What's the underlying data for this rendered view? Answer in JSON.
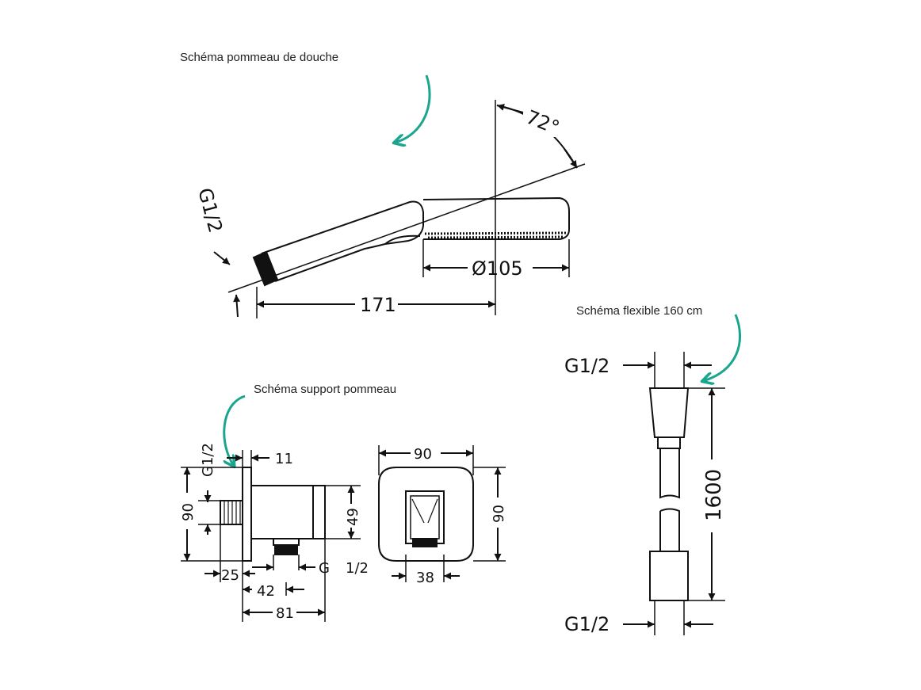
{
  "captions": {
    "shower_head": "Schéma pommeau de douche",
    "hose": "Schéma flexible 160 cm",
    "holder": "Schéma support pommeau"
  },
  "shower_head": {
    "thread": "G1/2",
    "angle": "72°",
    "diameter": "Ø105",
    "length": "171"
  },
  "hose": {
    "thread_top": "G1/2",
    "thread_bottom": "G1/2",
    "length": "1600"
  },
  "holder": {
    "thread_side": "G1/2",
    "flange": "11",
    "height": "90",
    "outlet_height": "49",
    "depth_small": "25",
    "outlet_offset": "42",
    "depth": "81",
    "thread_bottom_g": "G",
    "thread_bottom_size": "1/2",
    "front_width": "90",
    "front_height": "90",
    "front_outlet": "38"
  },
  "colors": {
    "annotation_arrow": "#1aa58e",
    "line": "#111111"
  }
}
